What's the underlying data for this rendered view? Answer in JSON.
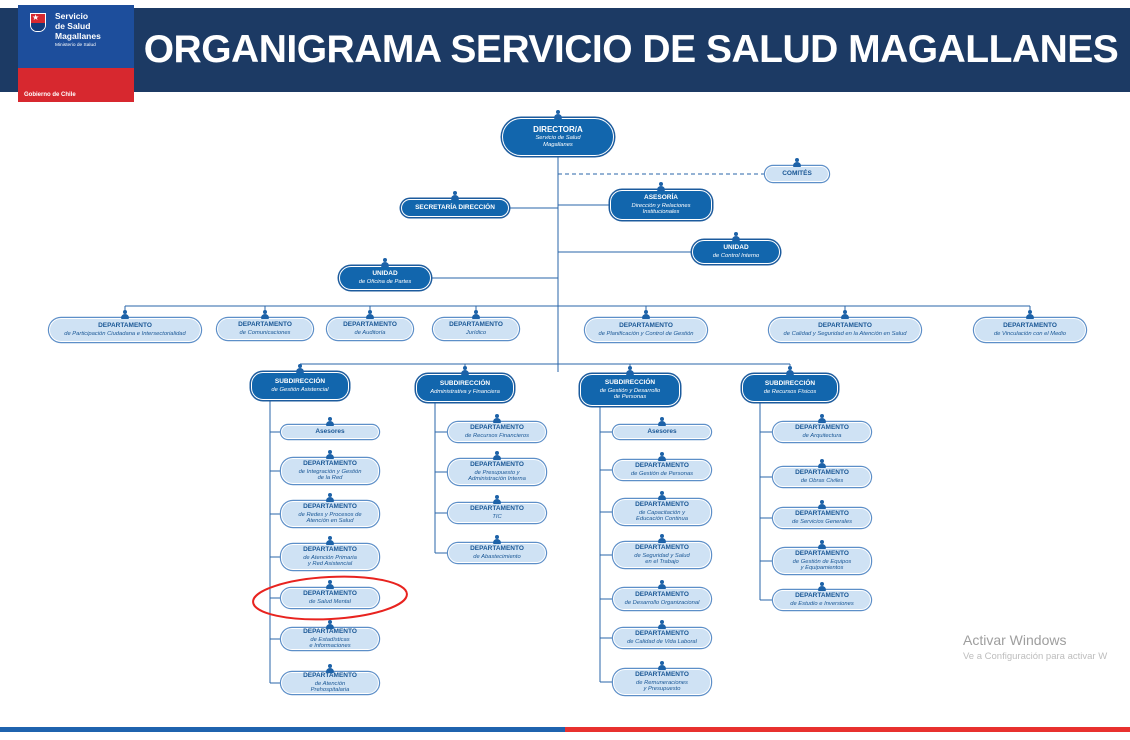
{
  "header": {
    "title": "ORGANIGRAMA SERVICIO DE SALUD MAGALLANES",
    "logo": {
      "name_line1": "Servicio",
      "name_line2": "de Salud",
      "name_line3": "Magallanes",
      "ministry": "Ministerio de Salud",
      "government": "Gobierno de Chile"
    }
  },
  "colors": {
    "header_bg": "#1c3a64",
    "dark_node": "#1266ad",
    "light_node_bg": "#cfe2f4",
    "line": "#2a66a8",
    "highlight_red": "#e8231f",
    "footer_blue": "#1f63ae",
    "footer_red": "#e8312f"
  },
  "nodes": {
    "director": {
      "title": "DIRECTOR/A",
      "subtitle": "Servicio de Salud\nMagallanes"
    },
    "comites": {
      "title": "COMITÉS"
    },
    "secretaria": {
      "title": "SECRETARÍA DIRECCIÓN"
    },
    "asesoria": {
      "title": "ASESORÍA",
      "subtitle": "Dirección y Relaciones\nInstitucionales"
    },
    "unidad_control_interno": {
      "title": "UNIDAD",
      "subtitle": "de Control Interno"
    },
    "unidad_oficina_partes": {
      "title": "UNIDAD",
      "subtitle": "de Oficina de Partes"
    }
  },
  "departamentos": [
    {
      "title": "DEPARTAMENTO",
      "subtitle": "de Participación Ciudadana e Intersectorialidad"
    },
    {
      "title": "DEPARTAMENTO",
      "subtitle": "de Comunicaciones"
    },
    {
      "title": "DEPARTAMENTO",
      "subtitle": "de Auditoría"
    },
    {
      "title": "DEPARTAMENTO",
      "subtitle": "Jurídico"
    },
    {
      "title": "DEPARTAMENTO",
      "subtitle": "de Planificación y Control de Gestión"
    },
    {
      "title": "DEPARTAMENTO",
      "subtitle": "de Calidad y Seguridad en la Atención en Salud"
    },
    {
      "title": "DEPARTAMENTO",
      "subtitle": "de Vinculación con el Medio"
    }
  ],
  "subdirecciones": [
    {
      "title": "SUBDIRECCIÓN",
      "subtitle": "de Gestión Asistencial",
      "children": [
        {
          "title": "Asesores"
        },
        {
          "title": "DEPARTAMENTO",
          "subtitle": "de Integración y Gestión\nde la Red"
        },
        {
          "title": "DEPARTAMENTO",
          "subtitle": "de Redes y Procesos de\nAtención en Salud"
        },
        {
          "title": "DEPARTAMENTO",
          "subtitle": "de Atención Primaria\ny Red Asistencial"
        },
        {
          "title": "DEPARTAMENTO",
          "subtitle": "de Salud Mental"
        },
        {
          "title": "DEPARTAMENTO",
          "subtitle": "de Estadísticas\ne Informaciones"
        },
        {
          "title": "DEPARTAMENTO",
          "subtitle": "de Atención\nPrehospitalaria"
        }
      ]
    },
    {
      "title": "SUBDIRECCIÓN",
      "subtitle": "Administrativa y Financiera",
      "children": [
        {
          "title": "DEPARTAMENTO",
          "subtitle": "de Recursos Financieros"
        },
        {
          "title": "DEPARTAMENTO",
          "subtitle": "de Presupuesto y\nAdministración Interna"
        },
        {
          "title": "DEPARTAMENTO",
          "subtitle": "TIC"
        },
        {
          "title": "DEPARTAMENTO",
          "subtitle": "de Abastecimiento"
        }
      ]
    },
    {
      "title": "SUBDIRECCIÓN",
      "subtitle": "de Gestión y Desarrollo\nde Personas",
      "children": [
        {
          "title": "Asesores"
        },
        {
          "title": "DEPARTAMENTO",
          "subtitle": "de Gestión de Personas"
        },
        {
          "title": "DEPARTAMENTO",
          "subtitle": "de Capacitación y\nEducación Continua"
        },
        {
          "title": "DEPARTAMENTO",
          "subtitle": "de Seguridad y Salud\nen el Trabajo"
        },
        {
          "title": "DEPARTAMENTO",
          "subtitle": "de Desarrollo Organizacional"
        },
        {
          "title": "DEPARTAMENTO",
          "subtitle": "de Calidad de Vida Laboral"
        },
        {
          "title": "DEPARTAMENTO",
          "subtitle": "de Remuneraciones\ny Presupuesto"
        }
      ]
    },
    {
      "title": "SUBDIRECCIÓN",
      "subtitle": "de Recursos Físicos",
      "children": [
        {
          "title": "DEPARTAMENTO",
          "subtitle": "de Arquitectura"
        },
        {
          "title": "DEPARTAMENTO",
          "subtitle": "de Obras Civiles"
        },
        {
          "title": "DEPARTAMENTO",
          "subtitle": "de Servicios Generales"
        },
        {
          "title": "DEPARTAMENTO",
          "subtitle": "de Gestión de Equipos\ny Equipamientos"
        },
        {
          "title": "DEPARTAMENTO",
          "subtitle": "de Estudio e Inversiones"
        }
      ]
    }
  ],
  "watermark": {
    "line1": "Activar Windows",
    "line2": "Ve a Configuración para activar W"
  }
}
